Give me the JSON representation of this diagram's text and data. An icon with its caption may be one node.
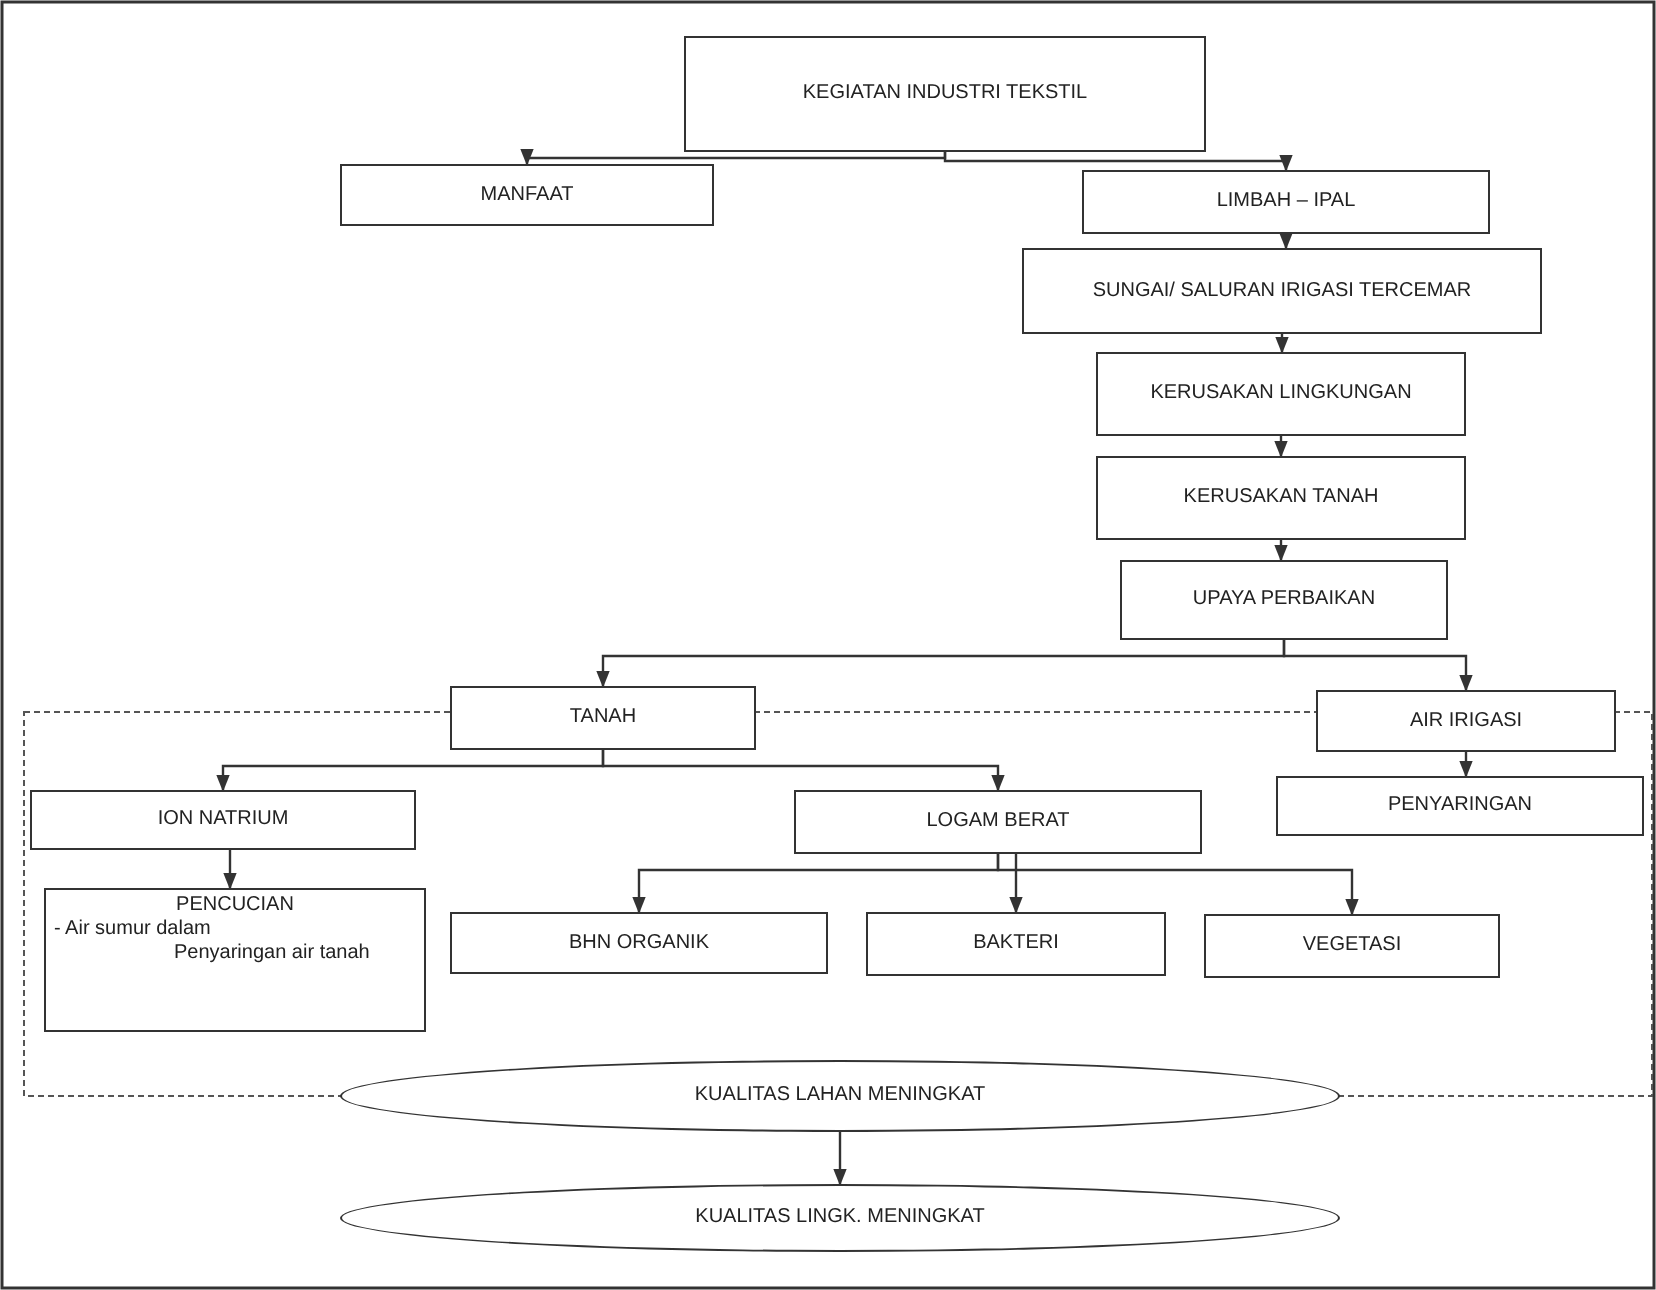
{
  "diagram": {
    "nodes": [
      {
        "text": [
          "KEGIATAN INDUSTRI TEKSTIL"
        ]
      },
      {
        "text": [
          "MANFAAT"
        ]
      },
      {
        "text": [
          "LIMBAH – IPAL"
        ]
      },
      {
        "text": [
          "SUNGAI/ SALURAN IRIGASI TERCEMAR"
        ]
      },
      {
        "text": [
          "KERUSAKAN LINGKUNGAN"
        ]
      },
      {
        "text": [
          "KERUSAKAN TANAH"
        ]
      },
      {
        "text": [
          "UPAYA PERBAIKAN"
        ]
      },
      {
        "text": [
          "TANAH"
        ]
      },
      {
        "text": [
          "AIR IRIGASI"
        ]
      },
      {
        "text": [
          "ION NATRIUM"
        ]
      },
      {
        "text": [
          "LOGAM BERAT"
        ]
      },
      {
        "text": [
          "PENYARINGAN"
        ]
      },
      {
        "text": [
          "PENCUCIAN",
          "- Air sumur dalam",
          "Penyaringan air tanah"
        ]
      },
      {
        "text": [
          "BHN ORGANIK"
        ]
      },
      {
        "text": [
          "BAKTERI"
        ]
      },
      {
        "text": [
          "VEGETASI"
        ]
      },
      {
        "text": [
          "KUALITAS LAHAN MENINGKAT"
        ]
      },
      {
        "text": [
          "KUALITAS LINGK. MENINGKAT"
        ]
      }
    ],
    "edges": [
      {
        "from": 0,
        "to": 1,
        "arrow": "to"
      },
      {
        "from": 0,
        "to": 2,
        "arrow": "to"
      },
      {
        "from": 2,
        "to": 3,
        "arrow": "to"
      },
      {
        "from": 3,
        "to": 4,
        "arrow": "to"
      },
      {
        "from": 4,
        "to": 5,
        "arrow": "to"
      },
      {
        "from": 5,
        "to": 6,
        "arrow": "to"
      },
      {
        "from": 6,
        "to": 7,
        "arrow": "to"
      },
      {
        "from": 6,
        "to": 8,
        "arrow": "to"
      },
      {
        "from": 7,
        "to": 9,
        "arrow": "to"
      },
      {
        "from": 7,
        "to": 10,
        "arrow": "to"
      },
      {
        "from": 8,
        "to": 11,
        "arrow": "to"
      },
      {
        "from": 9,
        "to": 12,
        "arrow": "to"
      },
      {
        "from": 10,
        "to": 13,
        "arrow": "to"
      },
      {
        "from": 10,
        "to": 14,
        "arrow": "to"
      },
      {
        "from": 10,
        "to": 15,
        "arrow": "to"
      },
      {
        "from": 16,
        "to": 17,
        "arrow": "to"
      }
    ]
  }
}
